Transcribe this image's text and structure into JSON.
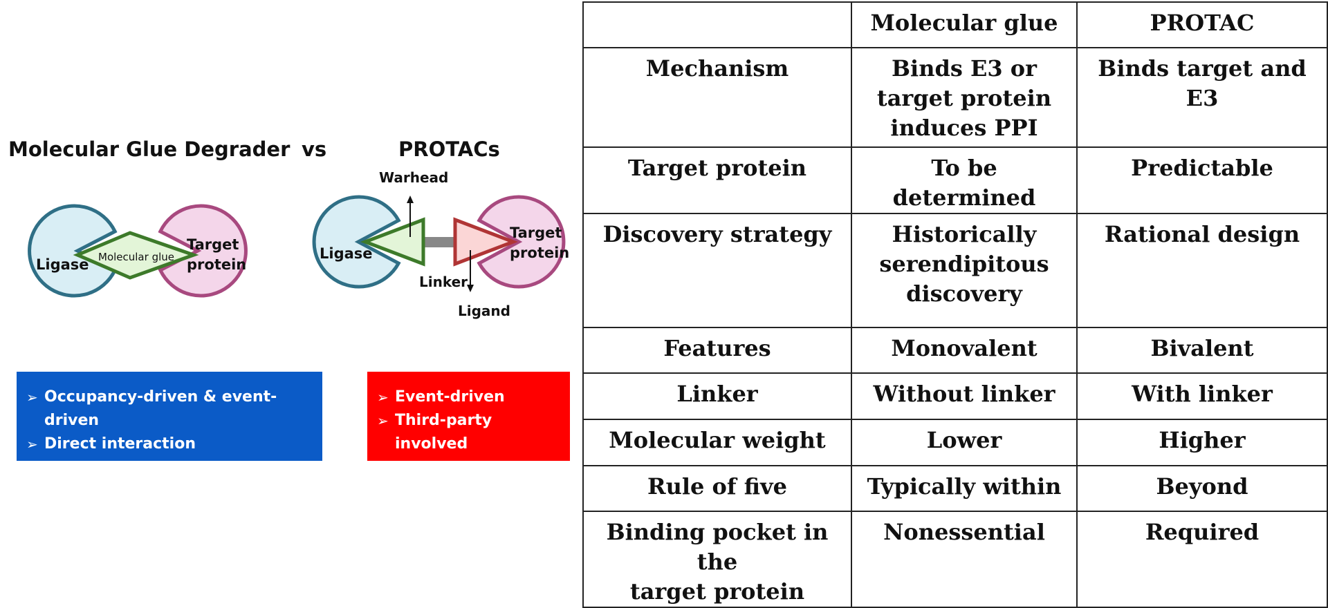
{
  "diagram": {
    "glue_title": "Molecular Glue Degrader",
    "vs": "vs",
    "protac_title": "PROTACs",
    "glue": {
      "ligase": "Ligase",
      "glue": "Molecular glue",
      "target_line1": "Target",
      "target_line2": "protein"
    },
    "protac": {
      "ligase": "Ligase",
      "warhead": "Warhead",
      "linker": "Linker",
      "ligand": "Ligand",
      "target_line1": "Target",
      "target_line2": "protein"
    },
    "colors": {
      "ligase_fill": "#d9eef5",
      "ligase_stroke": "#2f6f86",
      "target_fill": "#f4d6ea",
      "target_stroke": "#a8497f",
      "glue_fill": "#e3f5d8",
      "glue_stroke": "#3d7a2a",
      "ligand_fill": "#fbd6d6",
      "ligand_stroke": "#b03535",
      "linker": "#888888",
      "glue_box": "#0b5bc7",
      "protac_box": "#ff0000"
    }
  },
  "glue_box": {
    "bullet1": "Occupancy-driven & event-",
    "bullet1_cont": "driven",
    "bullet2": "Direct interaction"
  },
  "protac_box": {
    "bullet1": "Event-driven",
    "bullet2": "Third-party",
    "bullet2_cont": "involved"
  },
  "table": {
    "header": [
      "",
      "Molecular glue",
      "PROTAC"
    ],
    "rows": [
      {
        "label": [
          "Mechanism"
        ],
        "glue": [
          "Binds E3 or",
          "target protein",
          "induces PPI"
        ],
        "protac": [
          "Binds target and E3"
        ]
      },
      {
        "label": [
          "Target protein"
        ],
        "glue": [
          "To be determined"
        ],
        "protac": [
          "Predictable"
        ]
      },
      {
        "label": [
          "Discovery strategy"
        ],
        "glue": [
          "Historically",
          "serendipitous",
          "discovery"
        ],
        "protac": [
          "Rational design"
        ]
      },
      {
        "label": [
          "Features"
        ],
        "glue": [
          "Monovalent"
        ],
        "protac": [
          "Bivalent"
        ]
      },
      {
        "label": [
          "Linker"
        ],
        "glue": [
          "Without linker"
        ],
        "protac": [
          "With linker"
        ]
      },
      {
        "label": [
          "Molecular weight"
        ],
        "glue": [
          "Lower"
        ],
        "protac": [
          "Higher"
        ]
      },
      {
        "label": [
          "Rule of five"
        ],
        "glue": [
          "Typically within"
        ],
        "protac": [
          "Beyond"
        ]
      },
      {
        "label": [
          "Binding pocket in the",
          "target protein"
        ],
        "glue": [
          "Nonessential"
        ],
        "protac": [
          "Required"
        ]
      }
    ]
  }
}
